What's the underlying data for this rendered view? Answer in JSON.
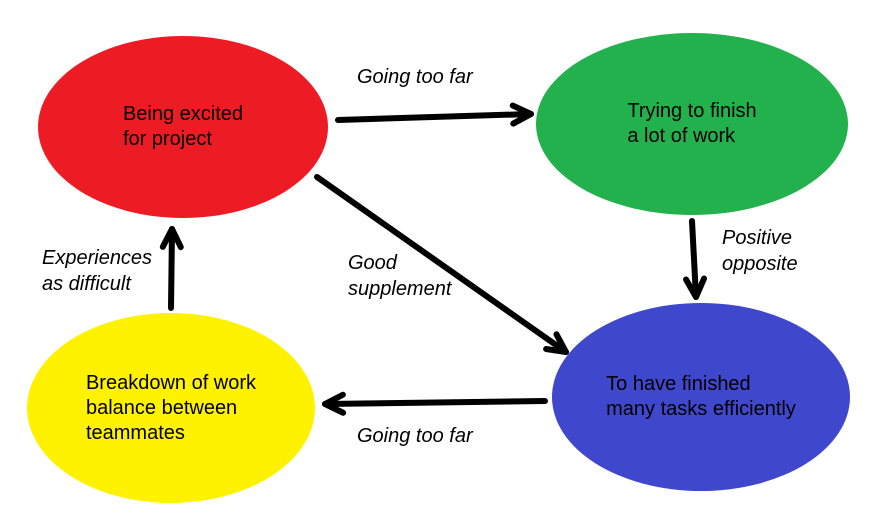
{
  "canvas": {
    "background": "#FFFFFF",
    "arrow_color": "#000000",
    "text_color": "#000000"
  },
  "nodes": [
    {
      "id": "being-excited",
      "label": "Being excited\nfor project",
      "color": "#ED1C24"
    },
    {
      "id": "trying-to-finish",
      "label": "Trying to finish\na lot of work",
      "color": "#22B14C"
    },
    {
      "id": "breakdown",
      "label": "Breakdown of work\nbalance between\nteammates",
      "color": "#FFF200"
    },
    {
      "id": "finished-tasks",
      "label": "To have finished\nmany tasks efficiently",
      "color": "#3F48CC"
    }
  ],
  "edges": [
    {
      "id": "excited-to-trying",
      "from": "being-excited",
      "to": "trying-to-finish",
      "label": "Going too far"
    },
    {
      "id": "trying-to-finished",
      "from": "trying-to-finish",
      "to": "finished-tasks",
      "label": "Positive\nopposite"
    },
    {
      "id": "excited-to-finished",
      "from": "being-excited",
      "to": "finished-tasks",
      "label": "Good\nsupplement"
    },
    {
      "id": "finished-to-breakdown",
      "from": "finished-tasks",
      "to": "breakdown",
      "label": "Going too far"
    },
    {
      "id": "breakdown-to-excited",
      "from": "breakdown",
      "to": "being-excited",
      "label": "Experiences\nas difficult"
    }
  ]
}
